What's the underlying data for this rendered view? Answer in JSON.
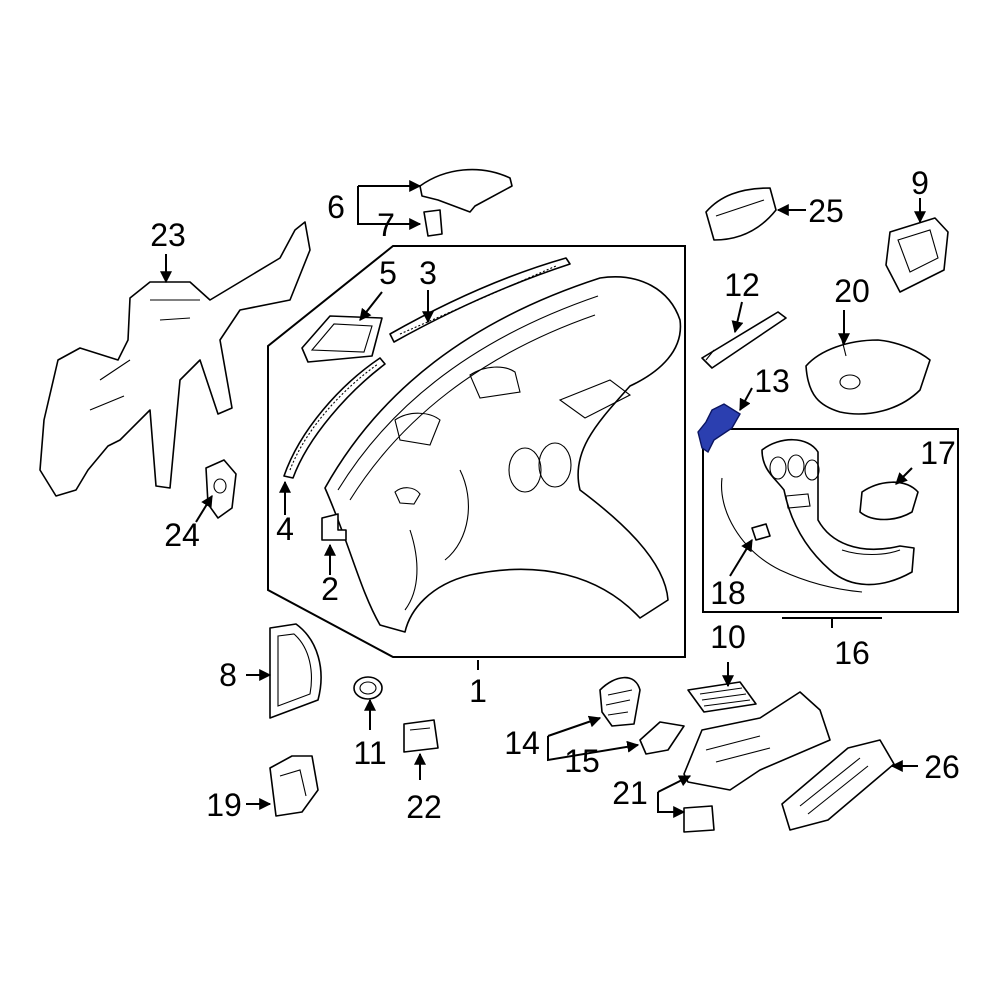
{
  "diagram": {
    "highlight_color": "#2b3fb0",
    "callouts": [
      {
        "id": "1",
        "label": "1"
      },
      {
        "id": "2",
        "label": "2"
      },
      {
        "id": "3",
        "label": "3"
      },
      {
        "id": "4",
        "label": "4"
      },
      {
        "id": "5",
        "label": "5"
      },
      {
        "id": "6",
        "label": "6"
      },
      {
        "id": "7",
        "label": "7"
      },
      {
        "id": "8",
        "label": "8"
      },
      {
        "id": "9",
        "label": "9"
      },
      {
        "id": "10",
        "label": "10"
      },
      {
        "id": "11",
        "label": "11"
      },
      {
        "id": "12",
        "label": "12"
      },
      {
        "id": "13",
        "label": "13"
      },
      {
        "id": "14",
        "label": "14"
      },
      {
        "id": "15",
        "label": "15"
      },
      {
        "id": "16",
        "label": "16"
      },
      {
        "id": "17",
        "label": "17"
      },
      {
        "id": "18",
        "label": "18"
      },
      {
        "id": "19",
        "label": "19"
      },
      {
        "id": "20",
        "label": "20"
      },
      {
        "id": "21",
        "label": "21"
      },
      {
        "id": "22",
        "label": "22"
      },
      {
        "id": "23",
        "label": "23"
      },
      {
        "id": "24",
        "label": "24"
      },
      {
        "id": "25",
        "label": "25"
      },
      {
        "id": "26",
        "label": "26"
      }
    ]
  }
}
